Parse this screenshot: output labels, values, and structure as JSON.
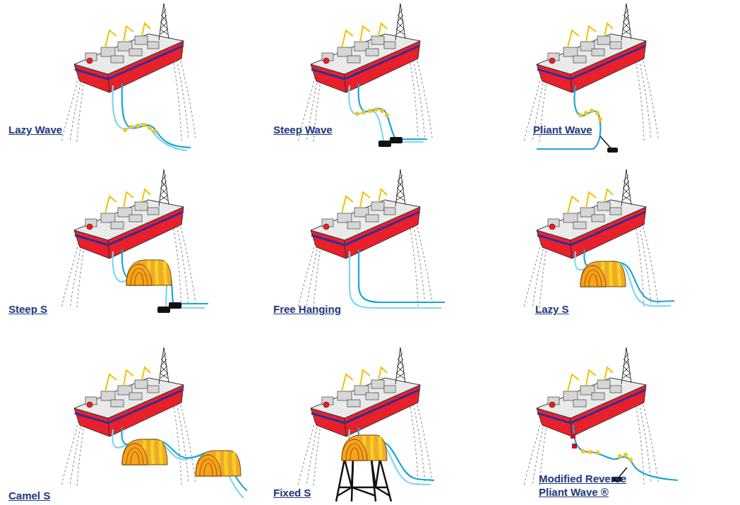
{
  "diagram": {
    "labels": [
      "Lazy Wave",
      "Steep Wave",
      "Pliant Wave",
      "Steep S",
      "Free Hanging",
      "Lazy S",
      "Camel S",
      "Fixed S",
      "Modified Reverse Pliant Wave ®"
    ]
  }
}
